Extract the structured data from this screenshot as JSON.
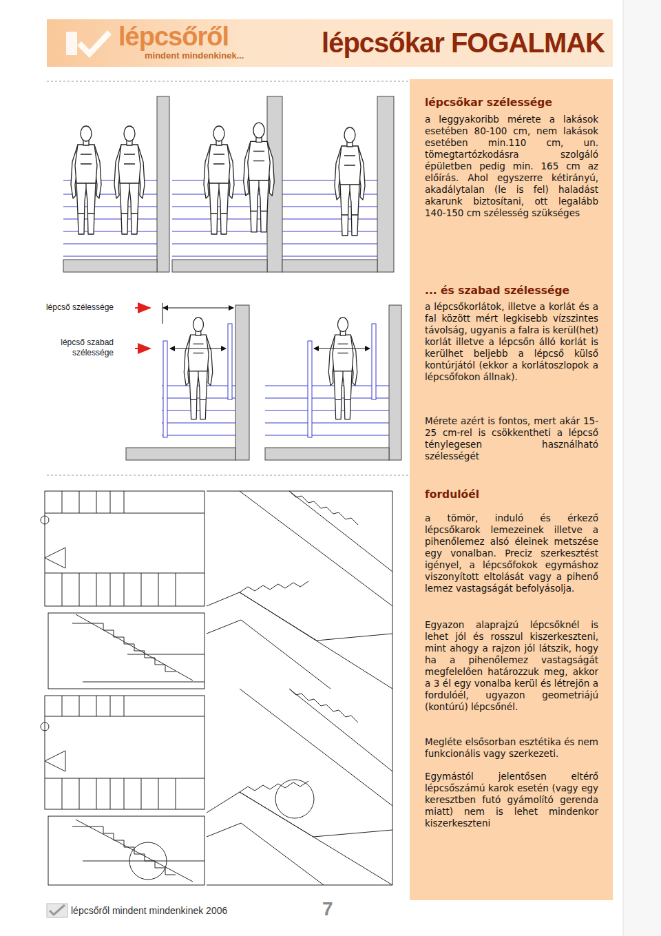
{
  "diagram": {
    "title": "lépcsőkar FOGALMAK",
    "nodes": [
      {
        "text": [
          "lépcsőről",
          "mindent mindenkinek..."
        ]
      },
      {
        "text": [
          "lépcsőkar szélessége",
          "a leggyakoribb mérete a lakások esetében 80-100 cm, nem lakások esetében min.110 cm, un. tömegtartózkodásra szolgáló épületben pedig min. 165 cm az előírás. Ahol egyszerre kétirányú, akadálytalan (le is fel) haladást akarunk biztosítani, ott legalább 140-150 cm szélesség szükséges",
          "... és szabad szélessége",
          "a lépcsőkorlátok, illetve a korlát és a fal között mért legkisebb vízszintes távolság, ugyanis a falra is kerül(het) korlát illetve a lépcsőn álló korlát is kerülhet beljebb a lépcső külső kontúrjától (ekkor a korlátoszlopok a lépcsőfokon állnak).",
          "Mérete azért is fontos, mert akár 15-25 cm-rel is csökkentheti a lépcső ténylegesen használható szélességét",
          "fordulóél",
          "a tömör, induló és érkező lépcsőkarok lemezeinek illetve a pihenőlemez alsó éleinek metszése egy vonalban. Preciz szerkesztést igényel, a lépcsőfokok egymáshoz viszonyított eltolását vagy a pihenő lemez vastagságát befolyásolja.",
          "Egyazon alaprajzú lépcsőknél is lehet jól és rosszul kiszerkeszteni, mint ahogy a rajzon jól látszik, hogy ha a pihenőlemez vastagságát megfelelően határozzuk meg, akkor a 3 él egy vonalba kerül és létrejön a fordulóél, ugyazon geometriájú (kontúrú) lépcsőnél.",
          "Megléte elsősorban esztétika és nem funkcionális vagy szerkezeti.",
          "Egymástól jelentősen eltérő lépcsőszámú karok esetén (vagy egy keresztben futó gyámolító gerenda miatt) nem is lehet mindenkor kiszerkeszteni"
        ]
      }
    ],
    "labels": [
      "lépcső szélessége",
      "lépcső szabad szélessége",
      "lépcsőről mindent mindenkinek 2006",
      "7"
    ]
  }
}
